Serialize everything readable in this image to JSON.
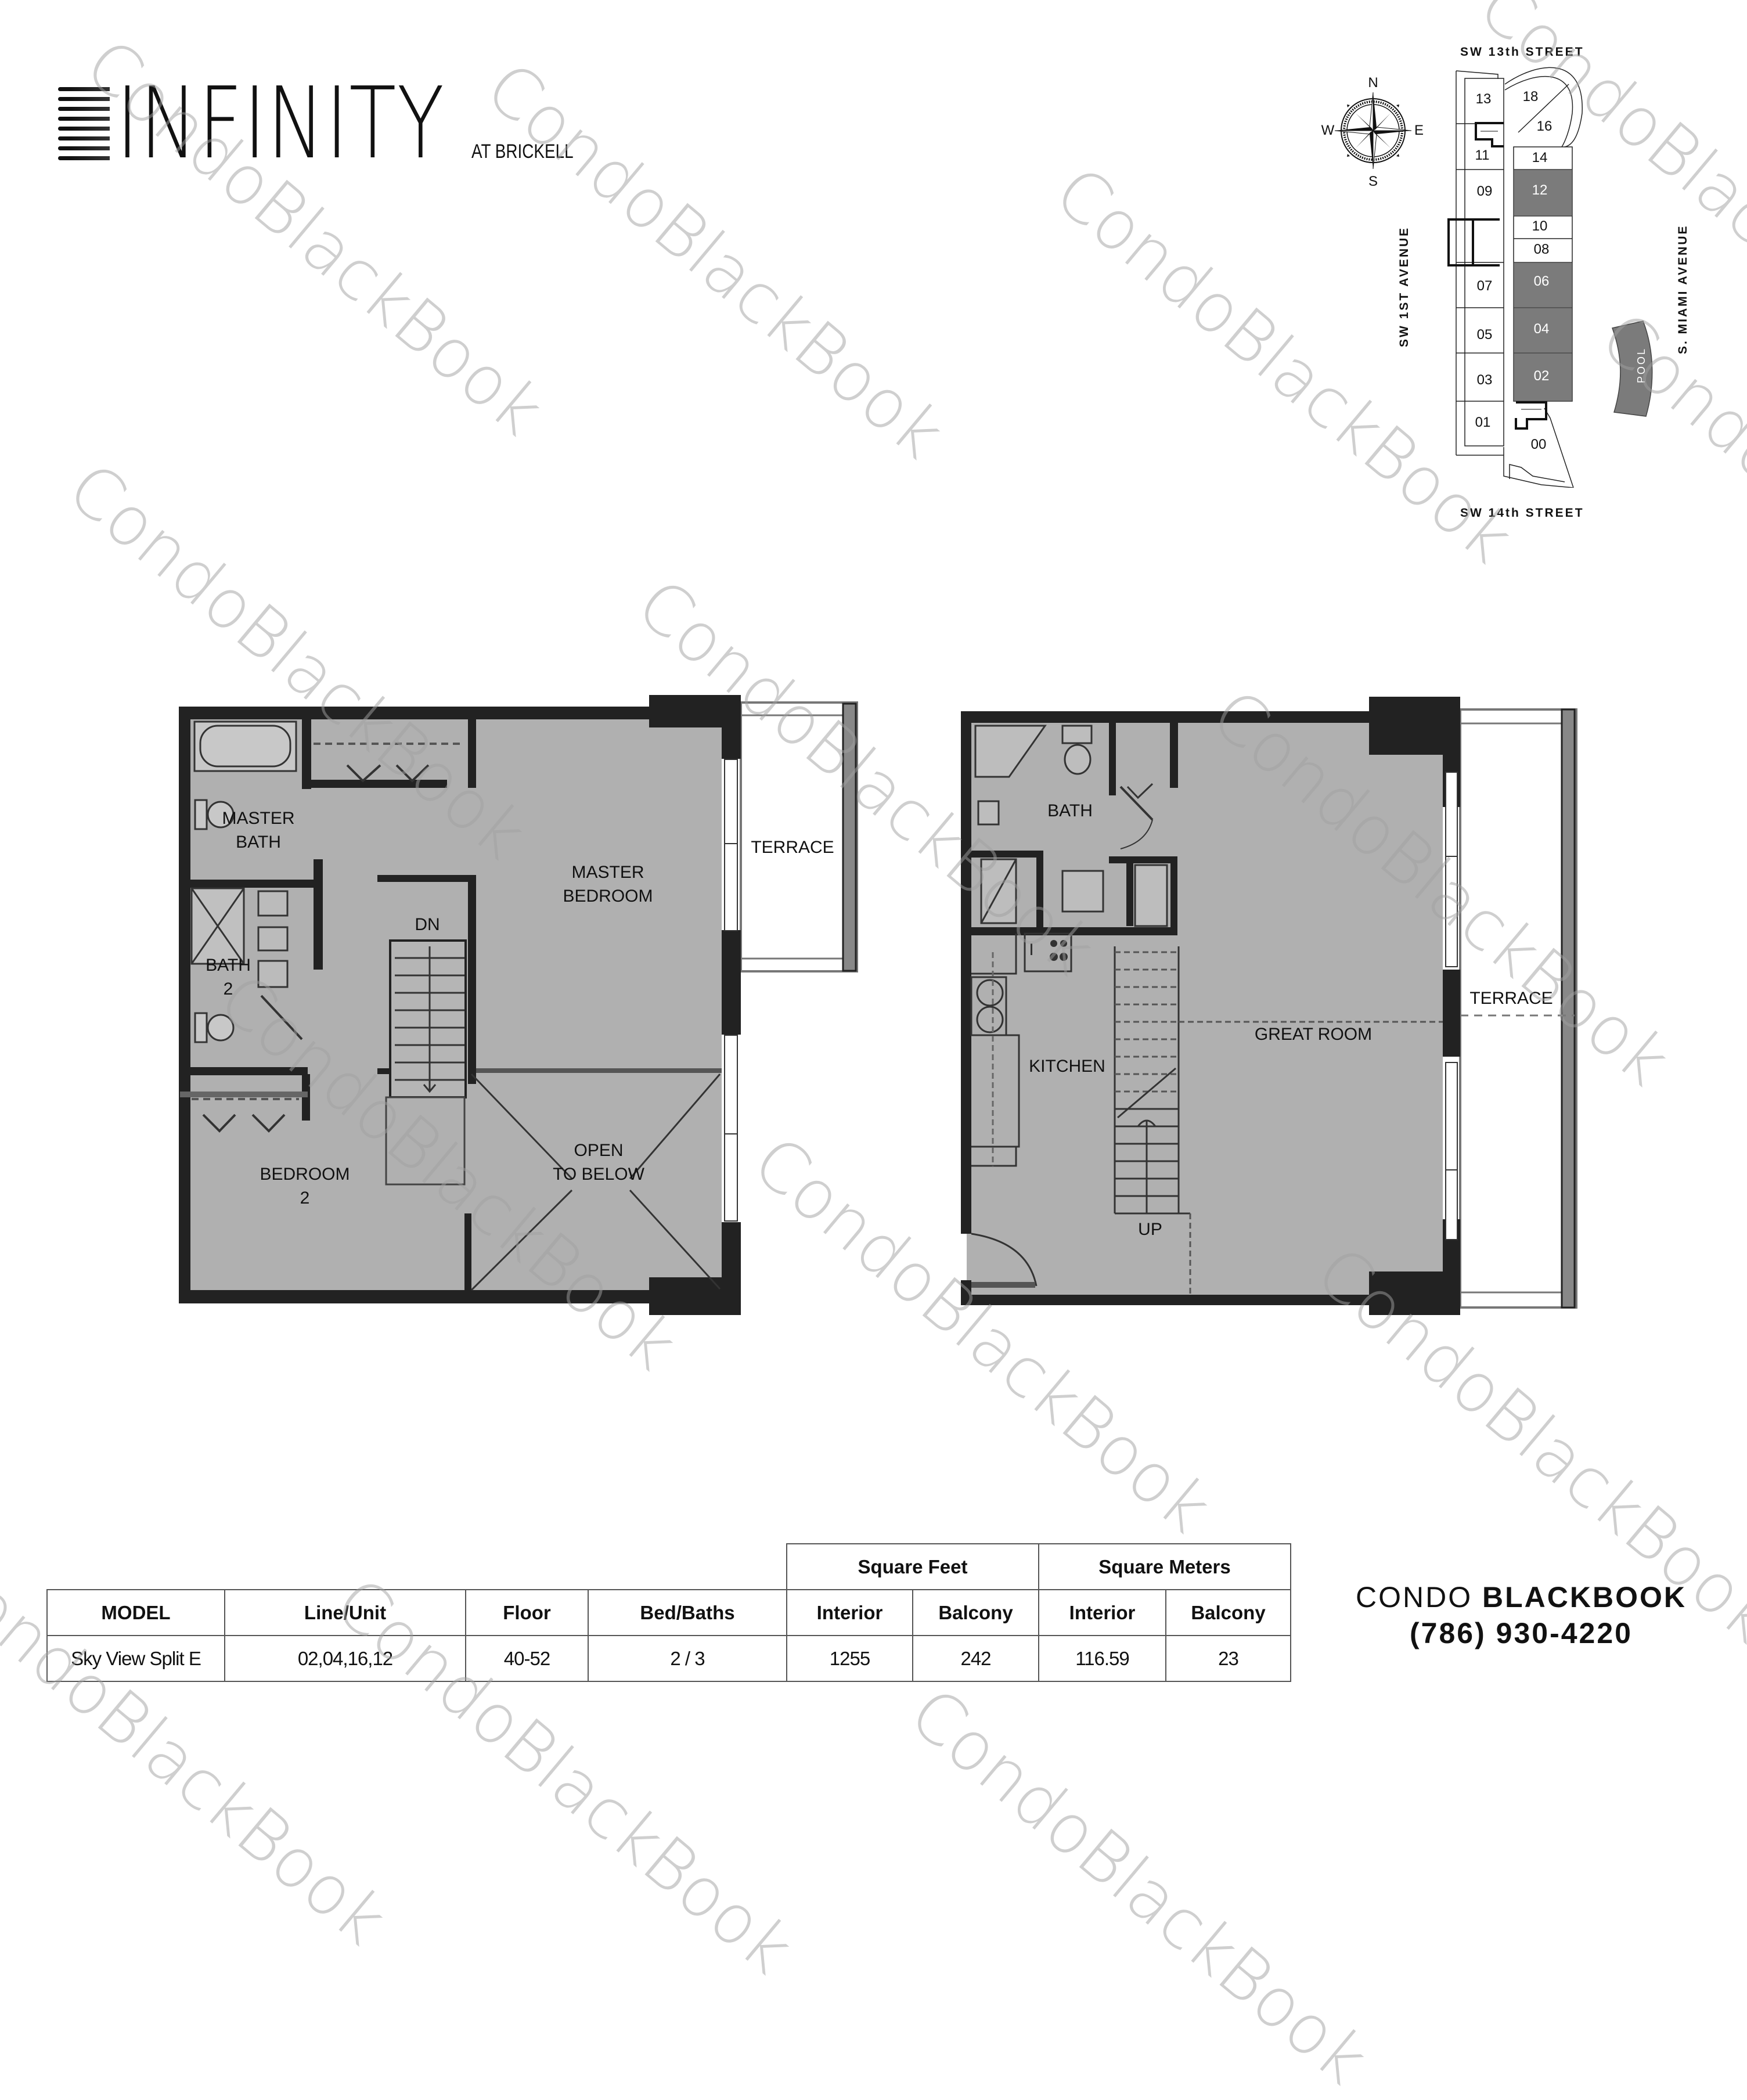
{
  "logo": {
    "name": "INFINITY",
    "subtitle": "AT BRICKELL"
  },
  "watermark": {
    "text": "CondoBlackBook"
  },
  "key_plan": {
    "compass": {
      "n": "N",
      "s": "S",
      "e": "E",
      "w": "W"
    },
    "streets": {
      "north": "SW 13th STREET",
      "south": "SW 14th STREET",
      "west": "SW 1ST AVENUE",
      "east": "S. MIAMI AVENUE"
    },
    "pool_label": "POOL",
    "highlight_color": "#7b7b7b",
    "units": [
      {
        "label": "13",
        "highlighted": false
      },
      {
        "label": "18",
        "highlighted": false
      },
      {
        "label": "16",
        "highlighted": false
      },
      {
        "label": "11",
        "highlighted": false
      },
      {
        "label": "14",
        "highlighted": false
      },
      {
        "label": "09",
        "highlighted": false
      },
      {
        "label": "12",
        "highlighted": true
      },
      {
        "label": "10",
        "highlighted": false
      },
      {
        "label": "08",
        "highlighted": false
      },
      {
        "label": "07",
        "highlighted": false
      },
      {
        "label": "06",
        "highlighted": true
      },
      {
        "label": "05",
        "highlighted": false
      },
      {
        "label": "04",
        "highlighted": true
      },
      {
        "label": "03",
        "highlighted": false
      },
      {
        "label": "02",
        "highlighted": true
      },
      {
        "label": "01",
        "highlighted": false
      },
      {
        "label": "00",
        "highlighted": false
      }
    ]
  },
  "upper_plan": {
    "rooms": {
      "master_bath": "MASTER\nBATH",
      "master_bath_l1": "MASTER",
      "master_bath_l2": "BATH",
      "bath2_l1": "BATH",
      "bath2_l2": "2",
      "master_bedroom_l1": "MASTER",
      "master_bedroom_l2": "BEDROOM",
      "terrace": "TERRACE",
      "stair": "DN",
      "bedroom2_l1": "BEDROOM",
      "bedroom2_l2": "2",
      "open_l1": "OPEN",
      "open_l2": "TO BELOW"
    }
  },
  "lower_plan": {
    "rooms": {
      "bath": "BATH",
      "kitchen": "KITCHEN",
      "great_room": "GREAT ROOM",
      "terrace": "TERRACE",
      "stair": "UP"
    }
  },
  "spec_table": {
    "group_headers": [
      "Square Feet",
      "Square Meters"
    ],
    "headers": [
      "MODEL",
      "Line/Unit",
      "Floor",
      "Bed/Baths",
      "Interior",
      "Balcony",
      "Interior",
      "Balcony"
    ],
    "rows": [
      [
        "Sky View Split E",
        "02,04,16,12",
        "40-52",
        "2 / 3",
        "1255",
        "242",
        "116.59",
        "23"
      ]
    ]
  },
  "brand": {
    "name_light": "CONDO",
    "name_bold": "BLACKBOOK",
    "phone": "(786) 930-4220"
  }
}
